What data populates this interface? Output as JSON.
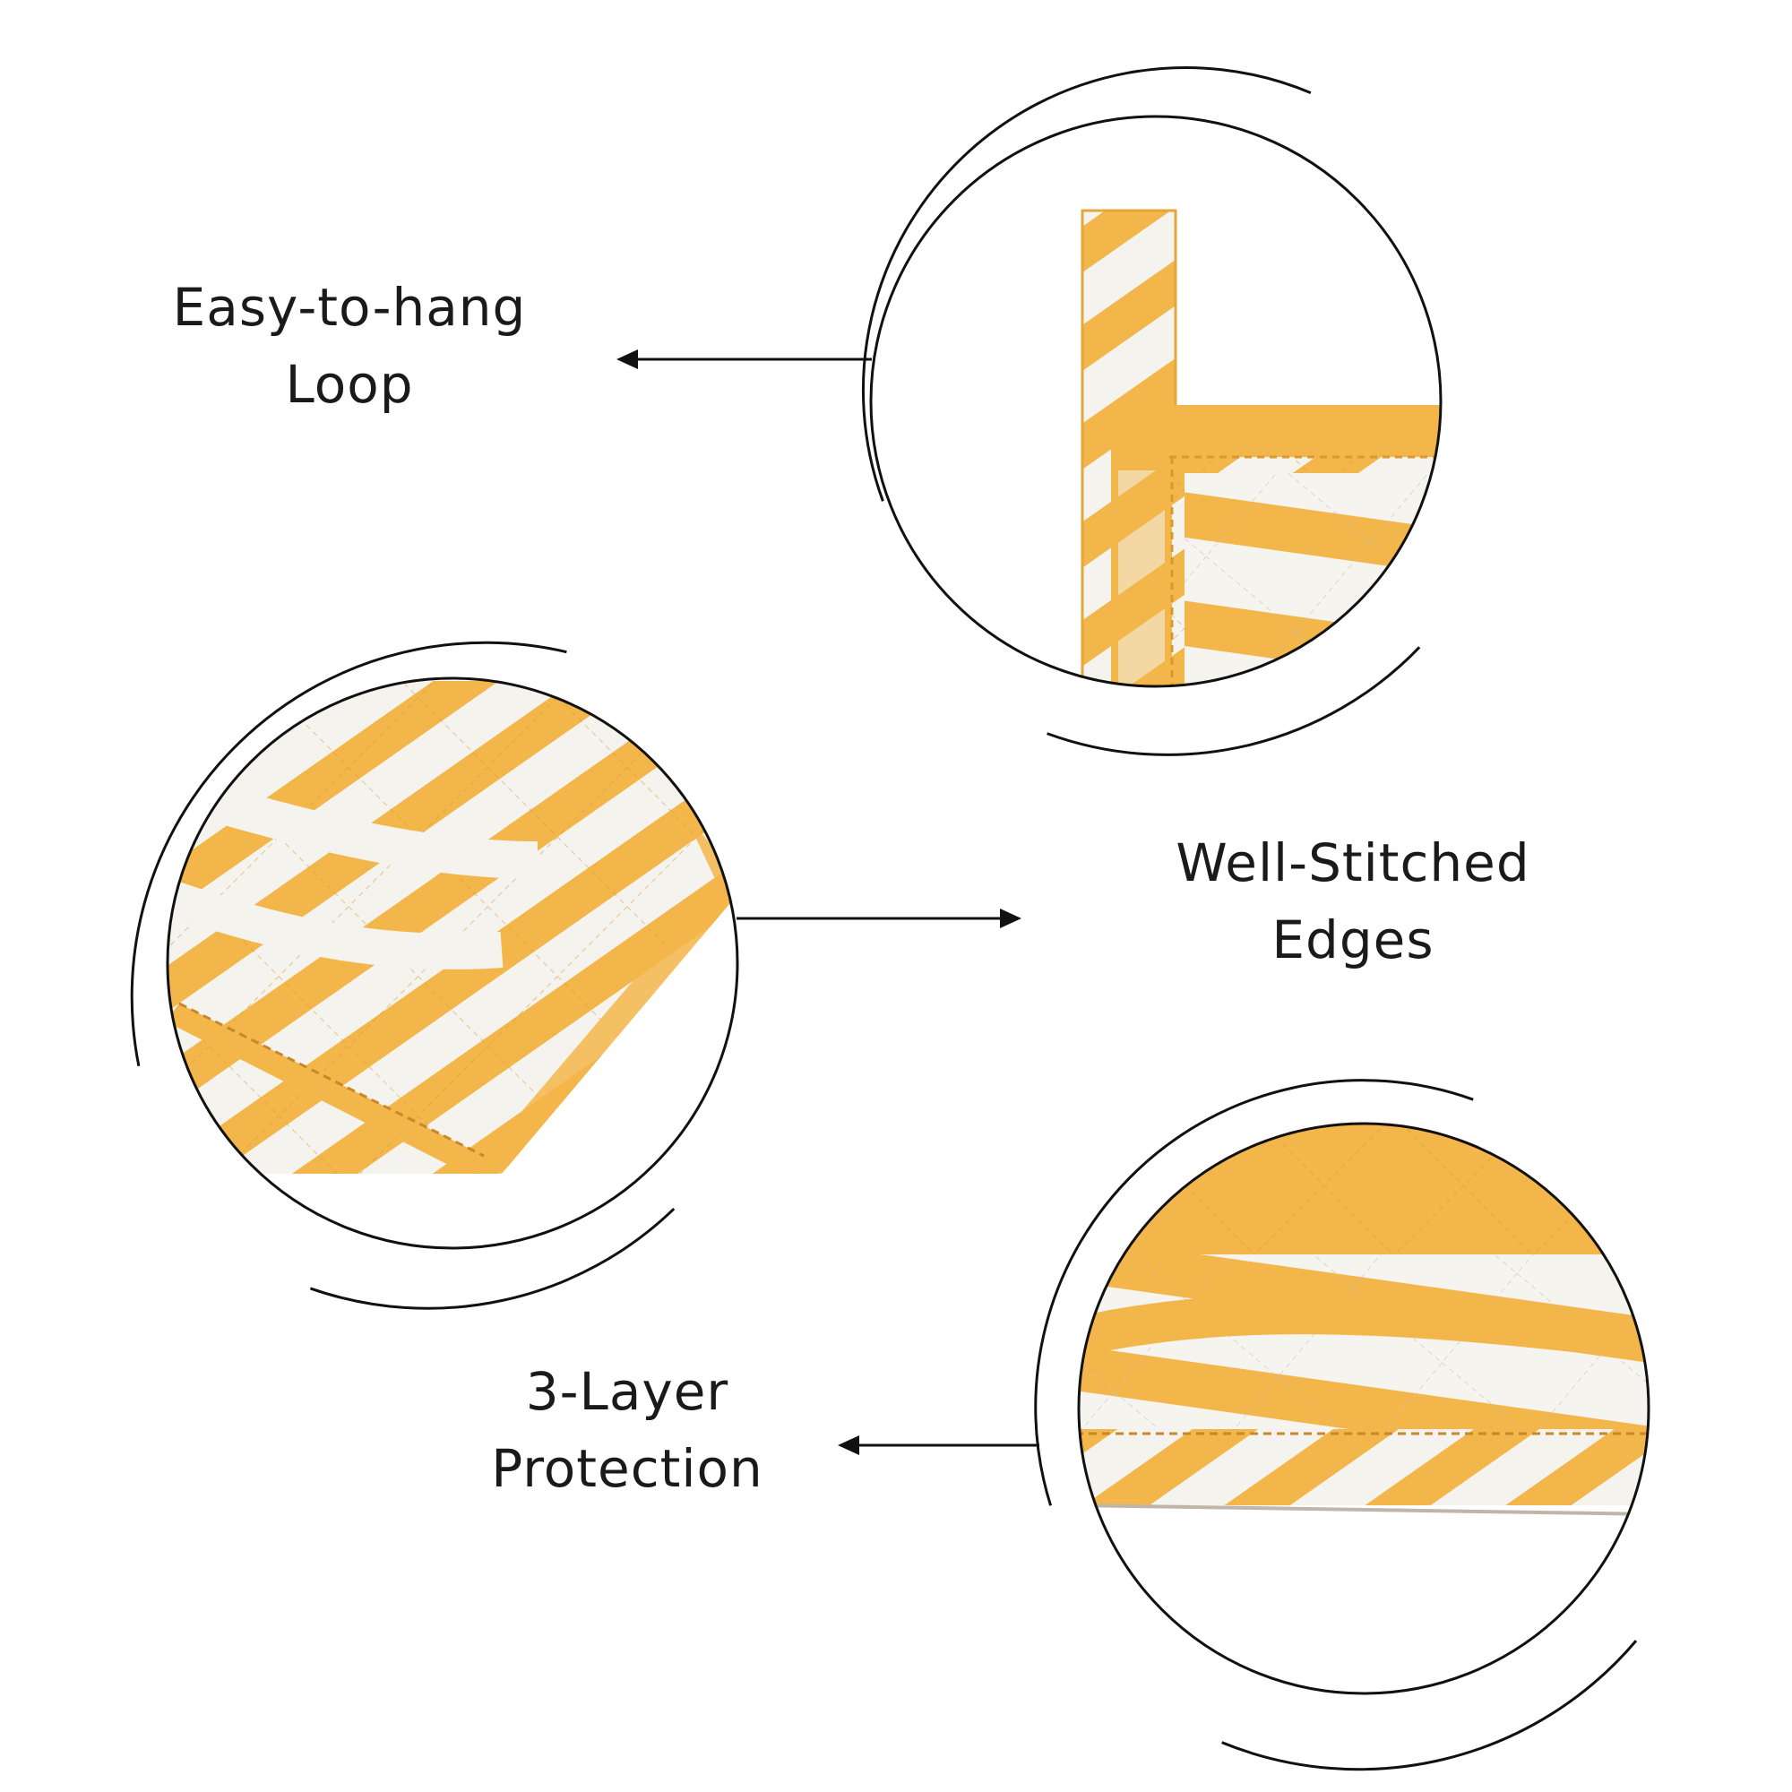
{
  "features": [
    {
      "line1": "Easy-to-hang",
      "line2": "Loop"
    },
    {
      "line1": "Well-Stitched",
      "line2": "Edges"
    },
    {
      "line1": "3-Layer",
      "line2": "Protection"
    }
  ],
  "colors": {
    "fabric_stripe": "#f2b64a",
    "fabric_base": "#f5f3ee",
    "outline": "#111111",
    "text": "#1a1a1a"
  },
  "icons": [
    "arrow-left-icon",
    "arrow-right-icon"
  ]
}
